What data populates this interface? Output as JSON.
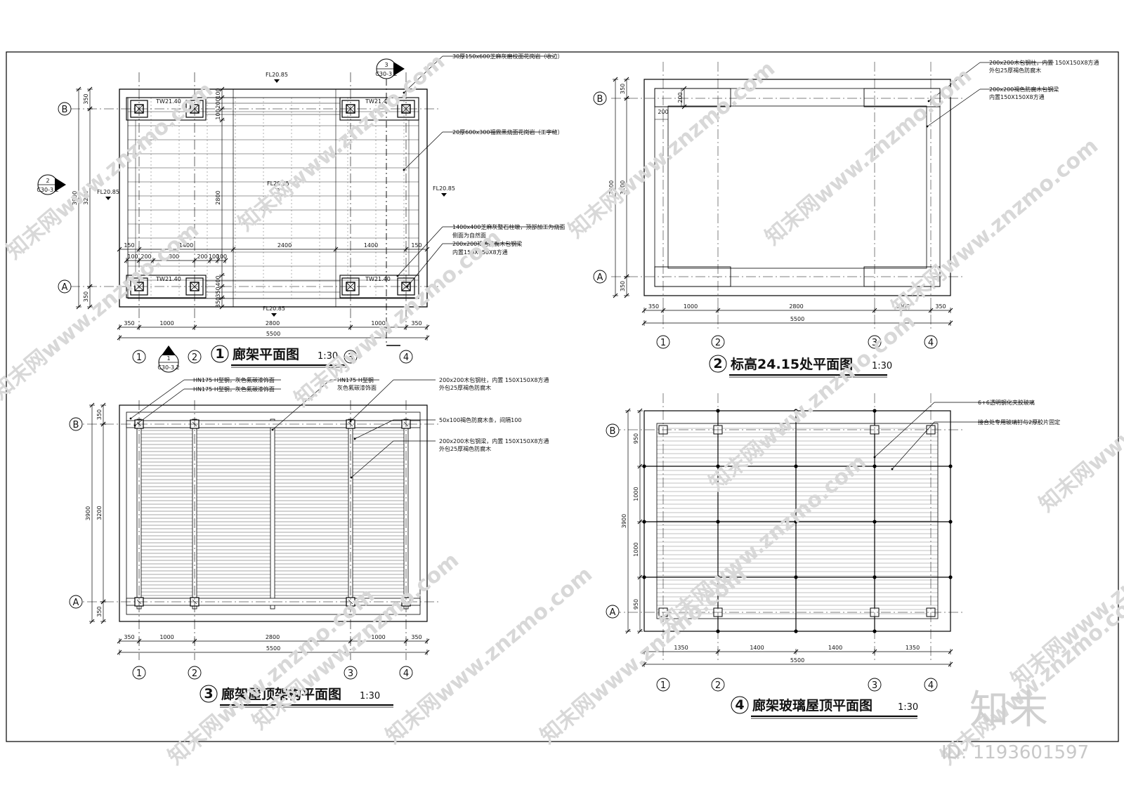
{
  "views": {
    "plan": {
      "num": "1",
      "title": "廊架平面图",
      "scale": "1:30",
      "levels": {
        "top": "FL20.85",
        "center": "FL20.95",
        "right": "FL20.85",
        "left": "FL20.85",
        "bottom": "FL20.85"
      },
      "tw": [
        "TW21.40",
        "TW21.40",
        "TW21.40",
        "TW21.40"
      ],
      "section_marks": [
        {
          "num": "3",
          "ref": "C30-3.2"
        },
        {
          "num": "2",
          "ref": "C30-3.2"
        },
        {
          "num": "1",
          "ref": "C30-3.2"
        }
      ],
      "dims_h_top": [
        "150",
        "1400",
        "2400",
        "1400",
        "150"
      ],
      "dims_h_sub": [
        "100",
        "200",
        "800",
        "200",
        "100",
        "100"
      ],
      "dims_h_bottom": [
        "350",
        "1000",
        "2800",
        "1000",
        "350"
      ],
      "total": "5500",
      "dims_v_outer": "3900",
      "dims_v_inner": "3200",
      "dims_v": [
        "350",
        "350"
      ],
      "dims_v_col": [
        "100",
        "200",
        "100",
        "2800",
        "400",
        "350",
        "350"
      ],
      "notes": [
        "30厚150x600芝麻灰磨校面花岗岩（收边）",
        "20厚600x300福鼎黑烧面花岗岩（工字缝）",
        "1400x400芝麻灰整石柱墩，顶部加工为烧面",
        "侧面为自然面",
        "200x200褐色防腐木包钢梁",
        "内置150X150X8方通"
      ]
    },
    "level": {
      "num": "2",
      "title": "标高24.15处平面图",
      "scale": "1:30",
      "dims_h_bottom": [
        "350",
        "1000",
        "2800",
        "1000",
        "350"
      ],
      "total": "5500",
      "dims_v_outer": "3900",
      "dims_v_inner": "3200",
      "dims_v": [
        "350",
        "350"
      ],
      "dims_small": [
        "200",
        "200"
      ],
      "notes": [
        "200x200木包钢柱，内置 150X150X8方通",
        "外包25厚褐色防腐木",
        "200x200褐色防腐木包钢梁",
        "内置150X150X8方通"
      ]
    },
    "frame": {
      "num": "3",
      "title": "廊架屋顶架构平面图",
      "scale": "1:30",
      "dims_h_bottom": [
        "350",
        "1000",
        "2800",
        "1000",
        "350"
      ],
      "total": "5500",
      "dims_v_outer": "3900",
      "dims_v_inner": "3200",
      "dims_v": [
        "350",
        "350"
      ],
      "notes": [
        "HN175 H型钢，灰色氟碳漆饰面",
        "HN175 H型钢，灰色氟碳漆饰面",
        "HN175 H型钢",
        "灰色氟碳漆饰面",
        "200x200木包钢柱，内置 150X150X8方通",
        "外包25厚褐色防腐木",
        "50x100褐色防腐木条，间隔100",
        "200x200木包钢梁，内置 150X150X8方通",
        "外包25厚褐色防腐木"
      ]
    },
    "glass": {
      "num": "4",
      "title": "廊架玻璃屋顶平面图",
      "scale": "1:30",
      "dims_h_bottom": [
        "1350",
        "1400",
        "1400",
        "1350"
      ],
      "total": "5500",
      "dims_v_outer": "3900",
      "dims_v": [
        "950",
        "1000",
        "1000",
        "950"
      ],
      "notes": [
        "6+6透明钢化夹胶玻璃",
        "接合处专用玻璃钉与2厚胶片固定"
      ]
    }
  },
  "axes": {
    "cols": [
      "1",
      "2",
      "3",
      "4"
    ],
    "rows": [
      "B",
      "A"
    ]
  },
  "watermarks": {
    "site": "知末网www.znzmo.com",
    "brand": "知末",
    "id": "ID: 1193601597"
  }
}
